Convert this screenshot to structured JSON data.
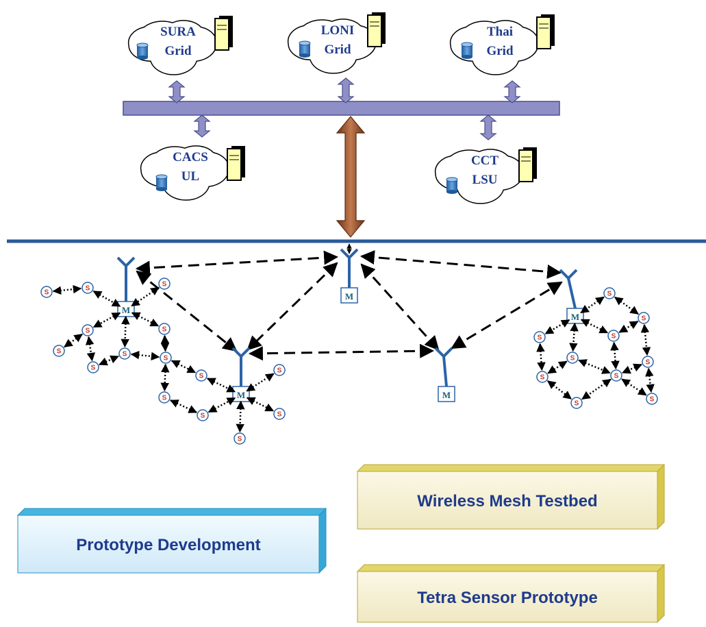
{
  "grids": [
    {
      "line1": "SURA",
      "line2": "Grid"
    },
    {
      "line1": "LONI",
      "line2": "Grid"
    },
    {
      "line1": "Thai",
      "line2": "Grid"
    },
    {
      "line1": "CACS",
      "line2": "UL"
    },
    {
      "line1": "CCT",
      "line2": "LSU"
    }
  ],
  "mesh": {
    "node_label": "M",
    "sensor_label": "S"
  },
  "boxes": {
    "wireless": "Wireless Mesh Testbed",
    "prototype": "Prototype Development",
    "tetra": "Tetra Sensor Prototype"
  },
  "colors": {
    "bus": "#8f8fc8",
    "bus_border": "#4d4d8a",
    "brown_arrow": "#9b5532",
    "divider": "#2a5a99",
    "grid_text": "#1f3b8c",
    "server": "#ffffb3",
    "db": "#3a78c0",
    "mesh_blue": "#2b63a6",
    "sensor_red": "#c0392b",
    "box_yellow": "#f8f4d8",
    "box_blue": "#e3f2fb"
  }
}
